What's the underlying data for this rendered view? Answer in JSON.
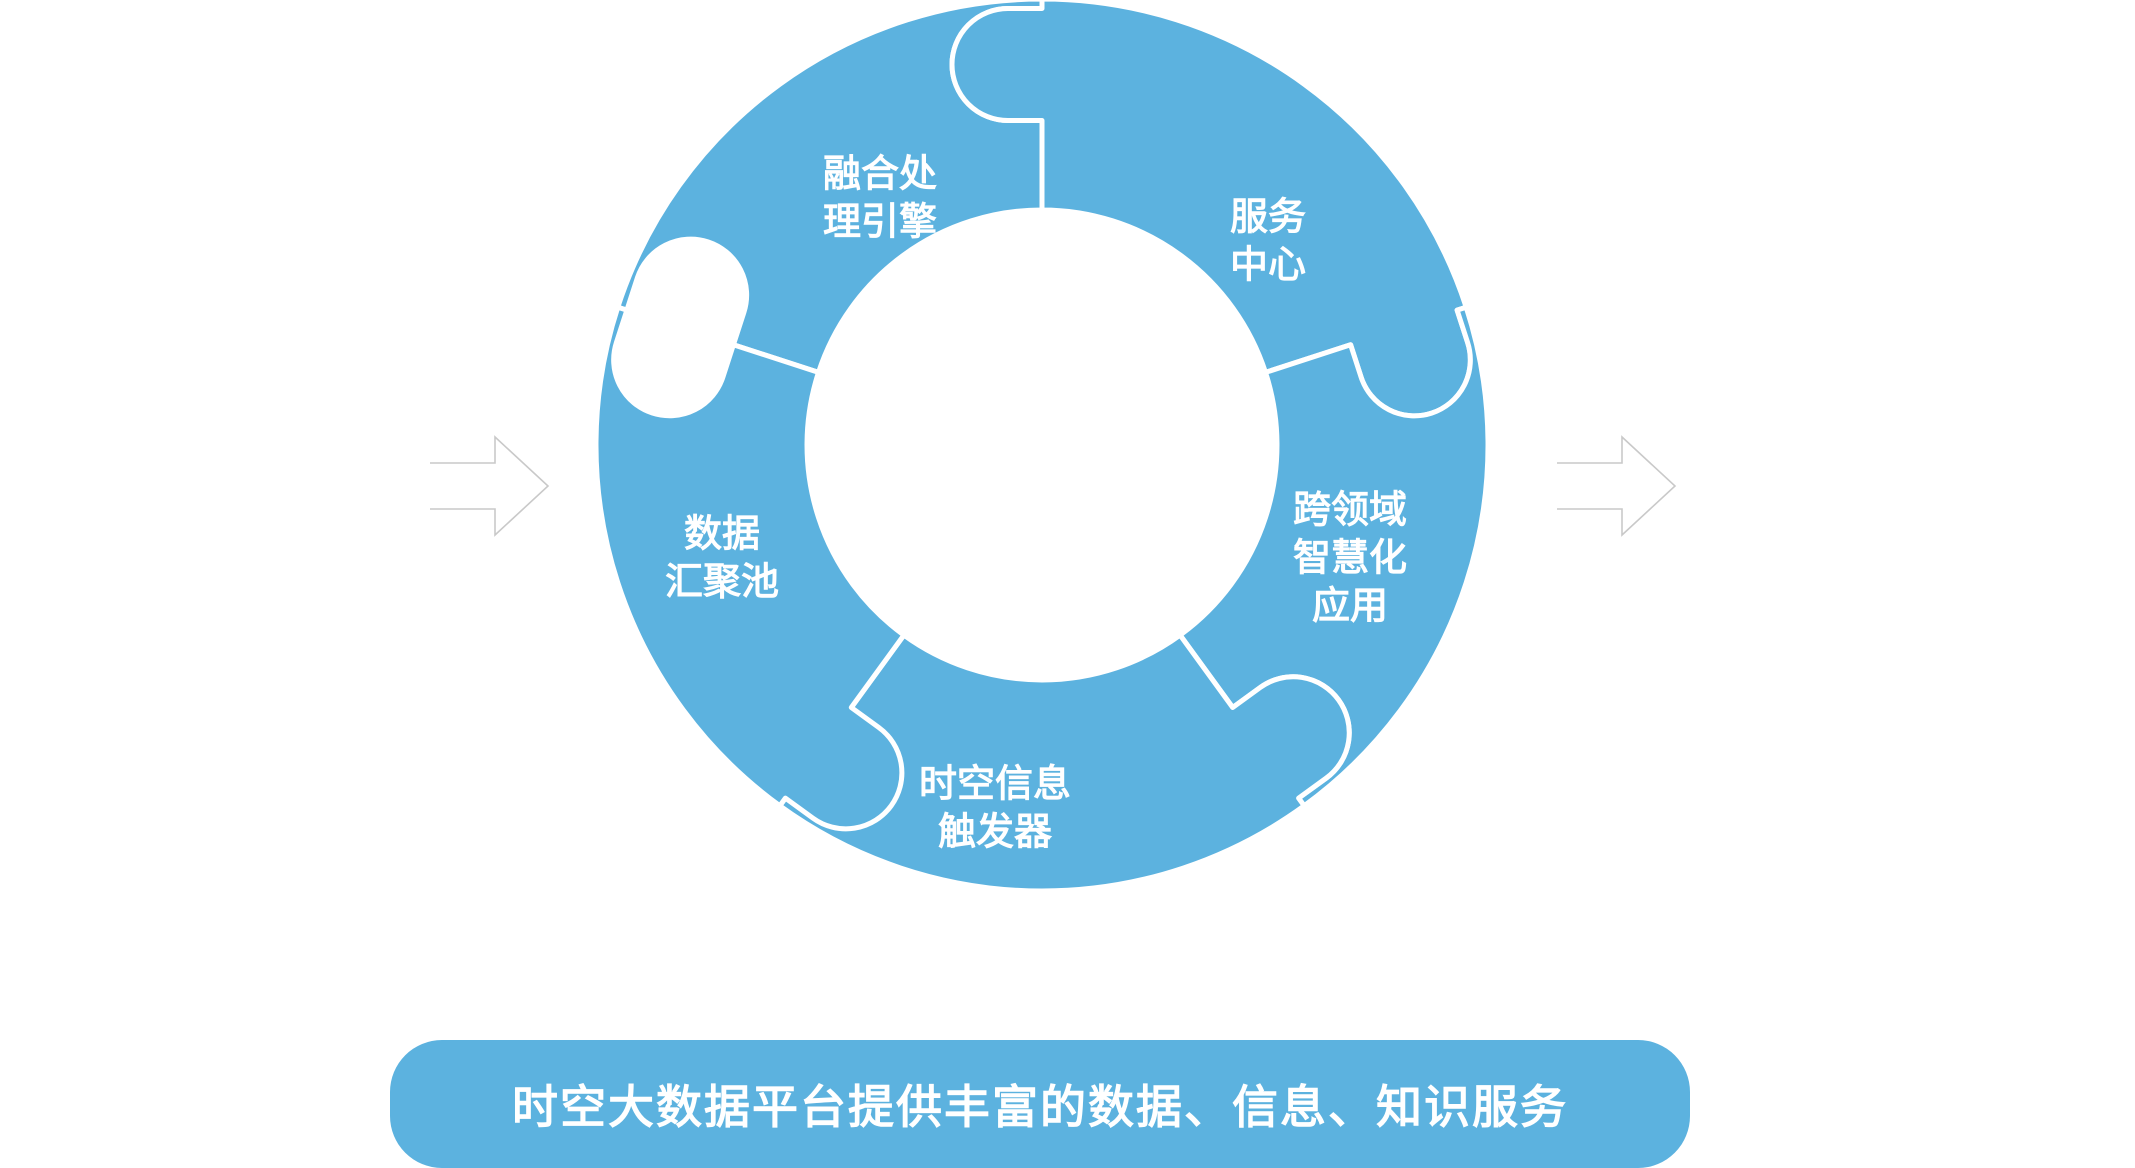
{
  "colors": {
    "segment_fill": "#5cb2df",
    "segment_border": "#ffffff",
    "label_text": "#ffffff",
    "arrow_outline": "#c9c9c9",
    "banner_fill": "#5cb2df"
  },
  "segments": [
    {
      "lines": [
        "融合处",
        "理引擎"
      ]
    },
    {
      "lines": [
        "服务",
        "中心"
      ]
    },
    {
      "lines": [
        "跨领域",
        "智慧化",
        "应用"
      ]
    },
    {
      "lines": [
        "时空信息",
        "触发器"
      ]
    },
    {
      "lines": [
        "数据",
        "汇聚池"
      ]
    }
  ],
  "side_icons": {
    "left": "outline-arrow-right-icon",
    "right": "outline-arrow-right-icon"
  },
  "banner": {
    "text": "时空大数据平台提供丰富的数据、信息、知识服务"
  }
}
